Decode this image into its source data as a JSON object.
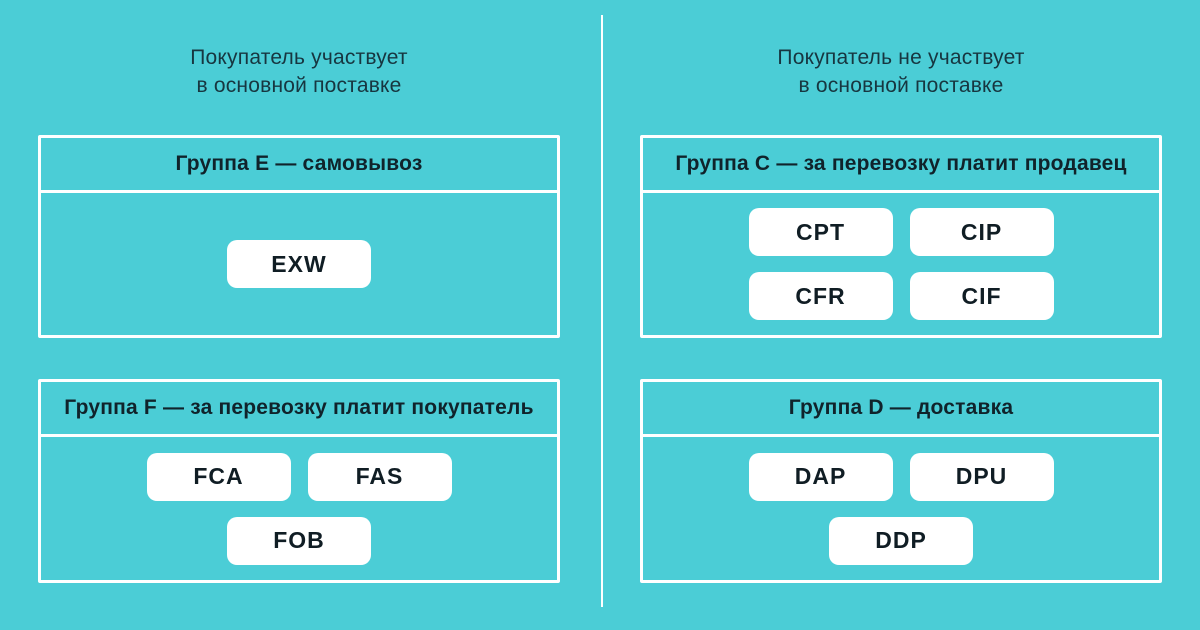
{
  "colors": {
    "background": "#4bcdd6",
    "divider": "#ffffff",
    "box_border": "#ffffff",
    "title_text": "#173640",
    "header_text": "#10232b",
    "pill_background": "#ffffff",
    "pill_text": "#101d24"
  },
  "columns": [
    {
      "title_line1": "Покупатель участвует",
      "title_line2": "в основной поставке",
      "groups": [
        {
          "header": "Группа E — самовывоз",
          "rows": [
            [
              "EXW"
            ]
          ]
        },
        {
          "header": "Группа F — за перевозку платит покупатель",
          "rows": [
            [
              "FCA",
              "FAS"
            ],
            [
              "FOB"
            ]
          ]
        }
      ]
    },
    {
      "title_line1": "Покупатель не участвует",
      "title_line2": "в основной поставке",
      "groups": [
        {
          "header": "Группа C — за перевозку платит продавец",
          "rows": [
            [
              "CPT",
              "CIP"
            ],
            [
              "CFR",
              "CIF"
            ]
          ]
        },
        {
          "header": "Группа D — доставка",
          "rows": [
            [
              "DAP",
              "DPU"
            ],
            [
              "DDP"
            ]
          ]
        }
      ]
    }
  ]
}
